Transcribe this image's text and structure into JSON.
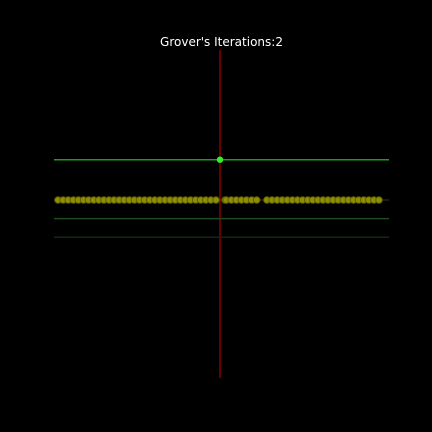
{
  "title": "Grover's Iterations:2",
  "scene": {
    "iterations": 2,
    "marked_index": 40,
    "state_count": 64,
    "marked_amplitude_level": 0.13,
    "uniform_amplitude_level": 0.0,
    "mean_line_level": -0.06,
    "reference_line_level": -0.12
  },
  "colors": {
    "background": "#000000",
    "axis": "#8b0000",
    "marked_level_line": "#1e9a1e",
    "marked_dot": "#33ee22",
    "state_dot_fill": "#8f8f00",
    "state_dot_edge": "#5b5b00",
    "baseline": "#3a3a1a",
    "mean_line": "#1e4a1e",
    "reference_line": "#0f2a0f"
  }
}
